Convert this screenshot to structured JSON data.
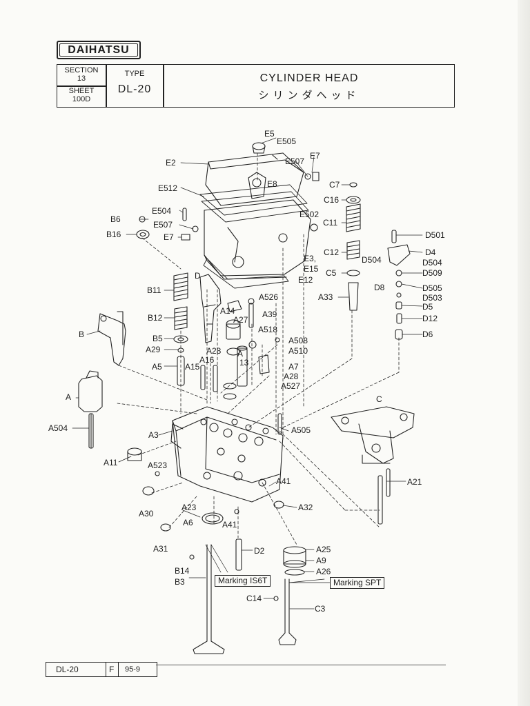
{
  "header": {
    "brand": "DAIHATSU",
    "section_label": "SECTION",
    "section_value": "13",
    "sheet_label": "SHEET",
    "sheet_value": "100D",
    "type_label": "TYPE",
    "type_value": "DL-20",
    "title_en": "CYLINDER HEAD",
    "title_jp": "シリンダヘッド"
  },
  "labels": {
    "E5": "E5",
    "E505": "E505",
    "E2": "E2",
    "E507a": "E507",
    "E7a": "E7",
    "E8": "E8",
    "C7": "C7",
    "E512": "E512",
    "C16": "C16",
    "E504": "E504",
    "B6": "B6",
    "E502": "E502",
    "E507b": "E507",
    "C11": "C11",
    "B16": "B16",
    "E7b": "E7",
    "D501": "D501",
    "C12": "C12",
    "D4": "D4",
    "D504a": "D504",
    "D504b": "D504",
    "E3": "E3,",
    "E15": "E15",
    "C5": "C5",
    "D509": "D509",
    "E12": "E12",
    "B11": "B11",
    "D": "D",
    "D8": "D8",
    "D505": "D505",
    "A526": "A526",
    "A33": "A33",
    "D503": "D503",
    "A14": "A14",
    "D5": "D5",
    "A39": "A39",
    "A27": "A27",
    "B12": "B12",
    "D12": "D12",
    "B": "B",
    "A518": "A518",
    "D6": "D6",
    "B5": "B5",
    "A508": "A508",
    "A29": "A29",
    "A28a": "A28",
    "A510": "A510",
    "A_": "A",
    "A16": "A16",
    "A13": "13",
    "A5": "A5",
    "A15": "A15",
    "A7": "A7",
    "A28b": "A28",
    "A527": "A527",
    "A": "A",
    "C": "C",
    "A504": "A504",
    "A505": "A505",
    "A3": "A3",
    "A11": "A11",
    "A523": "A523",
    "A21": "A21",
    "A41a": "A41",
    "A30": "A30",
    "A32": "A32",
    "A23": "A23",
    "A6": "A6",
    "A41b": "A41",
    "A31": "A31",
    "A25": "A25",
    "D2": "D2",
    "A9": "A9",
    "B14": "B14",
    "A26": "A26",
    "B3": "B3",
    "C14": "C14",
    "C3": "C3"
  },
  "markings": {
    "is6t": "Marking IS6T",
    "spt": "Marking SPT"
  },
  "footer": {
    "model": "DL-20",
    "code": "F",
    "date": "95-9"
  },
  "colors": {
    "ink": "#1c1c1c",
    "paper": "#fbfbf8"
  }
}
